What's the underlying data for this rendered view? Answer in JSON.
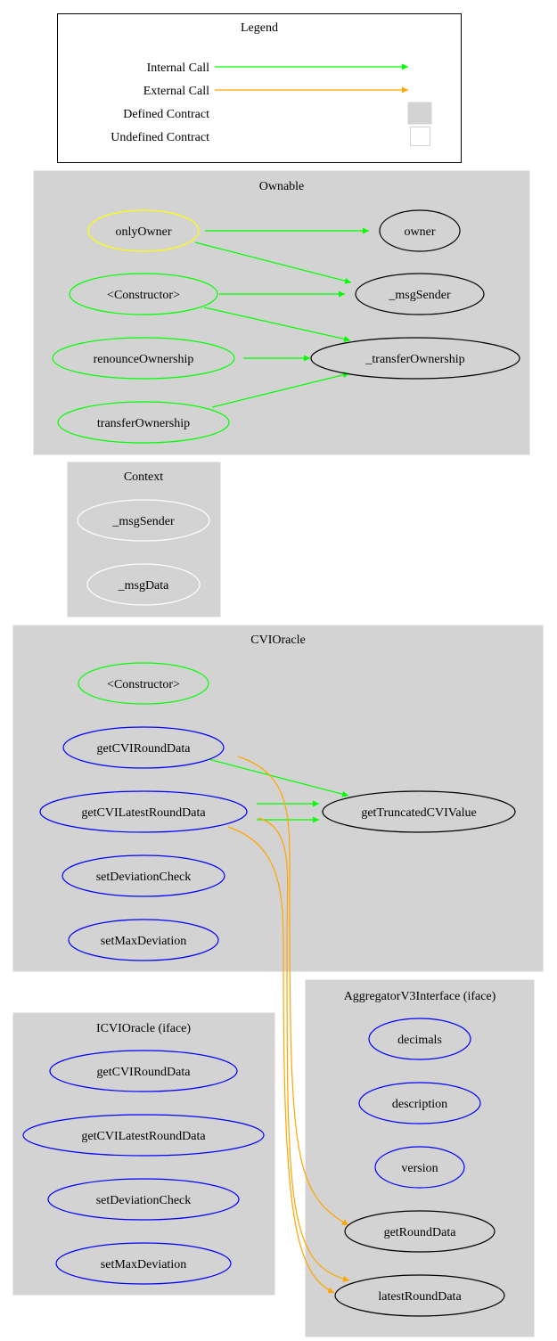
{
  "legend": {
    "title": "Legend",
    "items": [
      {
        "label": "Internal Call",
        "kind": "arrow",
        "color": "#00ff00"
      },
      {
        "label": "External Call",
        "kind": "arrow",
        "color": "#ffa500"
      },
      {
        "label": "Defined Contract",
        "kind": "box",
        "fill": "#d3d3d3",
        "stroke": "#d3d3d3"
      },
      {
        "label": "Undefined Contract",
        "kind": "box",
        "fill": "#ffffff",
        "stroke": "#d3d3d3"
      }
    ]
  },
  "colors": {
    "internal_call": "#00ff00",
    "external_call": "#ffa500",
    "cluster_fill": "#d3d3d3",
    "modifier": "#ffff00",
    "public": "#00ff00",
    "external": "#0000ff",
    "internal": "#000000",
    "undefined": "#ffffff"
  },
  "clusters": [
    {
      "id": "ownable",
      "title": "Ownable"
    },
    {
      "id": "context",
      "title": "Context"
    },
    {
      "id": "cvioracle",
      "title": "CVIOracle"
    },
    {
      "id": "icvioracle",
      "title": "ICVIOracle  (iface)"
    },
    {
      "id": "aggregator",
      "title": "AggregatorV3Interface  (iface)"
    }
  ],
  "nodes": [
    {
      "id": "own_onlyOwner",
      "cluster": "ownable",
      "label": "onlyOwner",
      "kind": "modifier"
    },
    {
      "id": "own_owner",
      "cluster": "ownable",
      "label": "owner",
      "kind": "internal"
    },
    {
      "id": "own_ctor",
      "cluster": "ownable",
      "label": "<Constructor>",
      "kind": "public"
    },
    {
      "id": "own_msgSender",
      "cluster": "ownable",
      "label": "_msgSender",
      "kind": "internal"
    },
    {
      "id": "own_renounce",
      "cluster": "ownable",
      "label": "renounceOwnership",
      "kind": "public"
    },
    {
      "id": "own_transferInternal",
      "cluster": "ownable",
      "label": "_transferOwnership",
      "kind": "internal"
    },
    {
      "id": "own_transfer",
      "cluster": "ownable",
      "label": "transferOwnership",
      "kind": "public"
    },
    {
      "id": "ctx_msgSender",
      "cluster": "context",
      "label": "_msgSender",
      "kind": "undefined"
    },
    {
      "id": "ctx_msgData",
      "cluster": "context",
      "label": "_msgData",
      "kind": "undefined"
    },
    {
      "id": "cvi_ctor",
      "cluster": "cvioracle",
      "label": "<Constructor>",
      "kind": "public"
    },
    {
      "id": "cvi_getRound",
      "cluster": "cvioracle",
      "label": "getCVIRoundData",
      "kind": "external"
    },
    {
      "id": "cvi_getLatest",
      "cluster": "cvioracle",
      "label": "getCVILatestRoundData",
      "kind": "external"
    },
    {
      "id": "cvi_truncated",
      "cluster": "cvioracle",
      "label": "getTruncatedCVIValue",
      "kind": "internal"
    },
    {
      "id": "cvi_setDev",
      "cluster": "cvioracle",
      "label": "setDeviationCheck",
      "kind": "external"
    },
    {
      "id": "cvi_setMax",
      "cluster": "cvioracle",
      "label": "setMaxDeviation",
      "kind": "external"
    },
    {
      "id": "icvi_getRound",
      "cluster": "icvioracle",
      "label": "getCVIRoundData",
      "kind": "external"
    },
    {
      "id": "icvi_getLatest",
      "cluster": "icvioracle",
      "label": "getCVILatestRoundData",
      "kind": "external"
    },
    {
      "id": "icvi_setDev",
      "cluster": "icvioracle",
      "label": "setDeviationCheck",
      "kind": "external"
    },
    {
      "id": "icvi_setMax",
      "cluster": "icvioracle",
      "label": "setMaxDeviation",
      "kind": "external"
    },
    {
      "id": "agg_decimals",
      "cluster": "aggregator",
      "label": "decimals",
      "kind": "external"
    },
    {
      "id": "agg_description",
      "cluster": "aggregator",
      "label": "description",
      "kind": "external"
    },
    {
      "id": "agg_version",
      "cluster": "aggregator",
      "label": "version",
      "kind": "external"
    },
    {
      "id": "agg_getRound",
      "cluster": "aggregator",
      "label": "getRoundData",
      "kind": "internal"
    },
    {
      "id": "agg_latest",
      "cluster": "aggregator",
      "label": "latestRoundData",
      "kind": "internal"
    }
  ],
  "edges": [
    {
      "from": "own_onlyOwner",
      "to": "own_owner",
      "type": "internal"
    },
    {
      "from": "own_onlyOwner",
      "to": "own_msgSender",
      "type": "internal"
    },
    {
      "from": "own_ctor",
      "to": "own_msgSender",
      "type": "internal"
    },
    {
      "from": "own_ctor",
      "to": "own_transferInternal",
      "type": "internal"
    },
    {
      "from": "own_renounce",
      "to": "own_transferInternal",
      "type": "internal"
    },
    {
      "from": "own_transfer",
      "to": "own_transferInternal",
      "type": "internal"
    },
    {
      "from": "cvi_getRound",
      "to": "cvi_truncated",
      "type": "internal"
    },
    {
      "from": "cvi_getLatest",
      "to": "cvi_truncated",
      "type": "internal"
    },
    {
      "from": "cvi_getLatest",
      "to": "cvi_truncated",
      "type": "internal"
    },
    {
      "from": "cvi_getRound",
      "to": "agg_getRound",
      "type": "external"
    },
    {
      "from": "cvi_getLatest",
      "to": "agg_latest",
      "type": "external"
    },
    {
      "from": "cvi_getLatest",
      "to": "agg_latest",
      "type": "external"
    }
  ]
}
